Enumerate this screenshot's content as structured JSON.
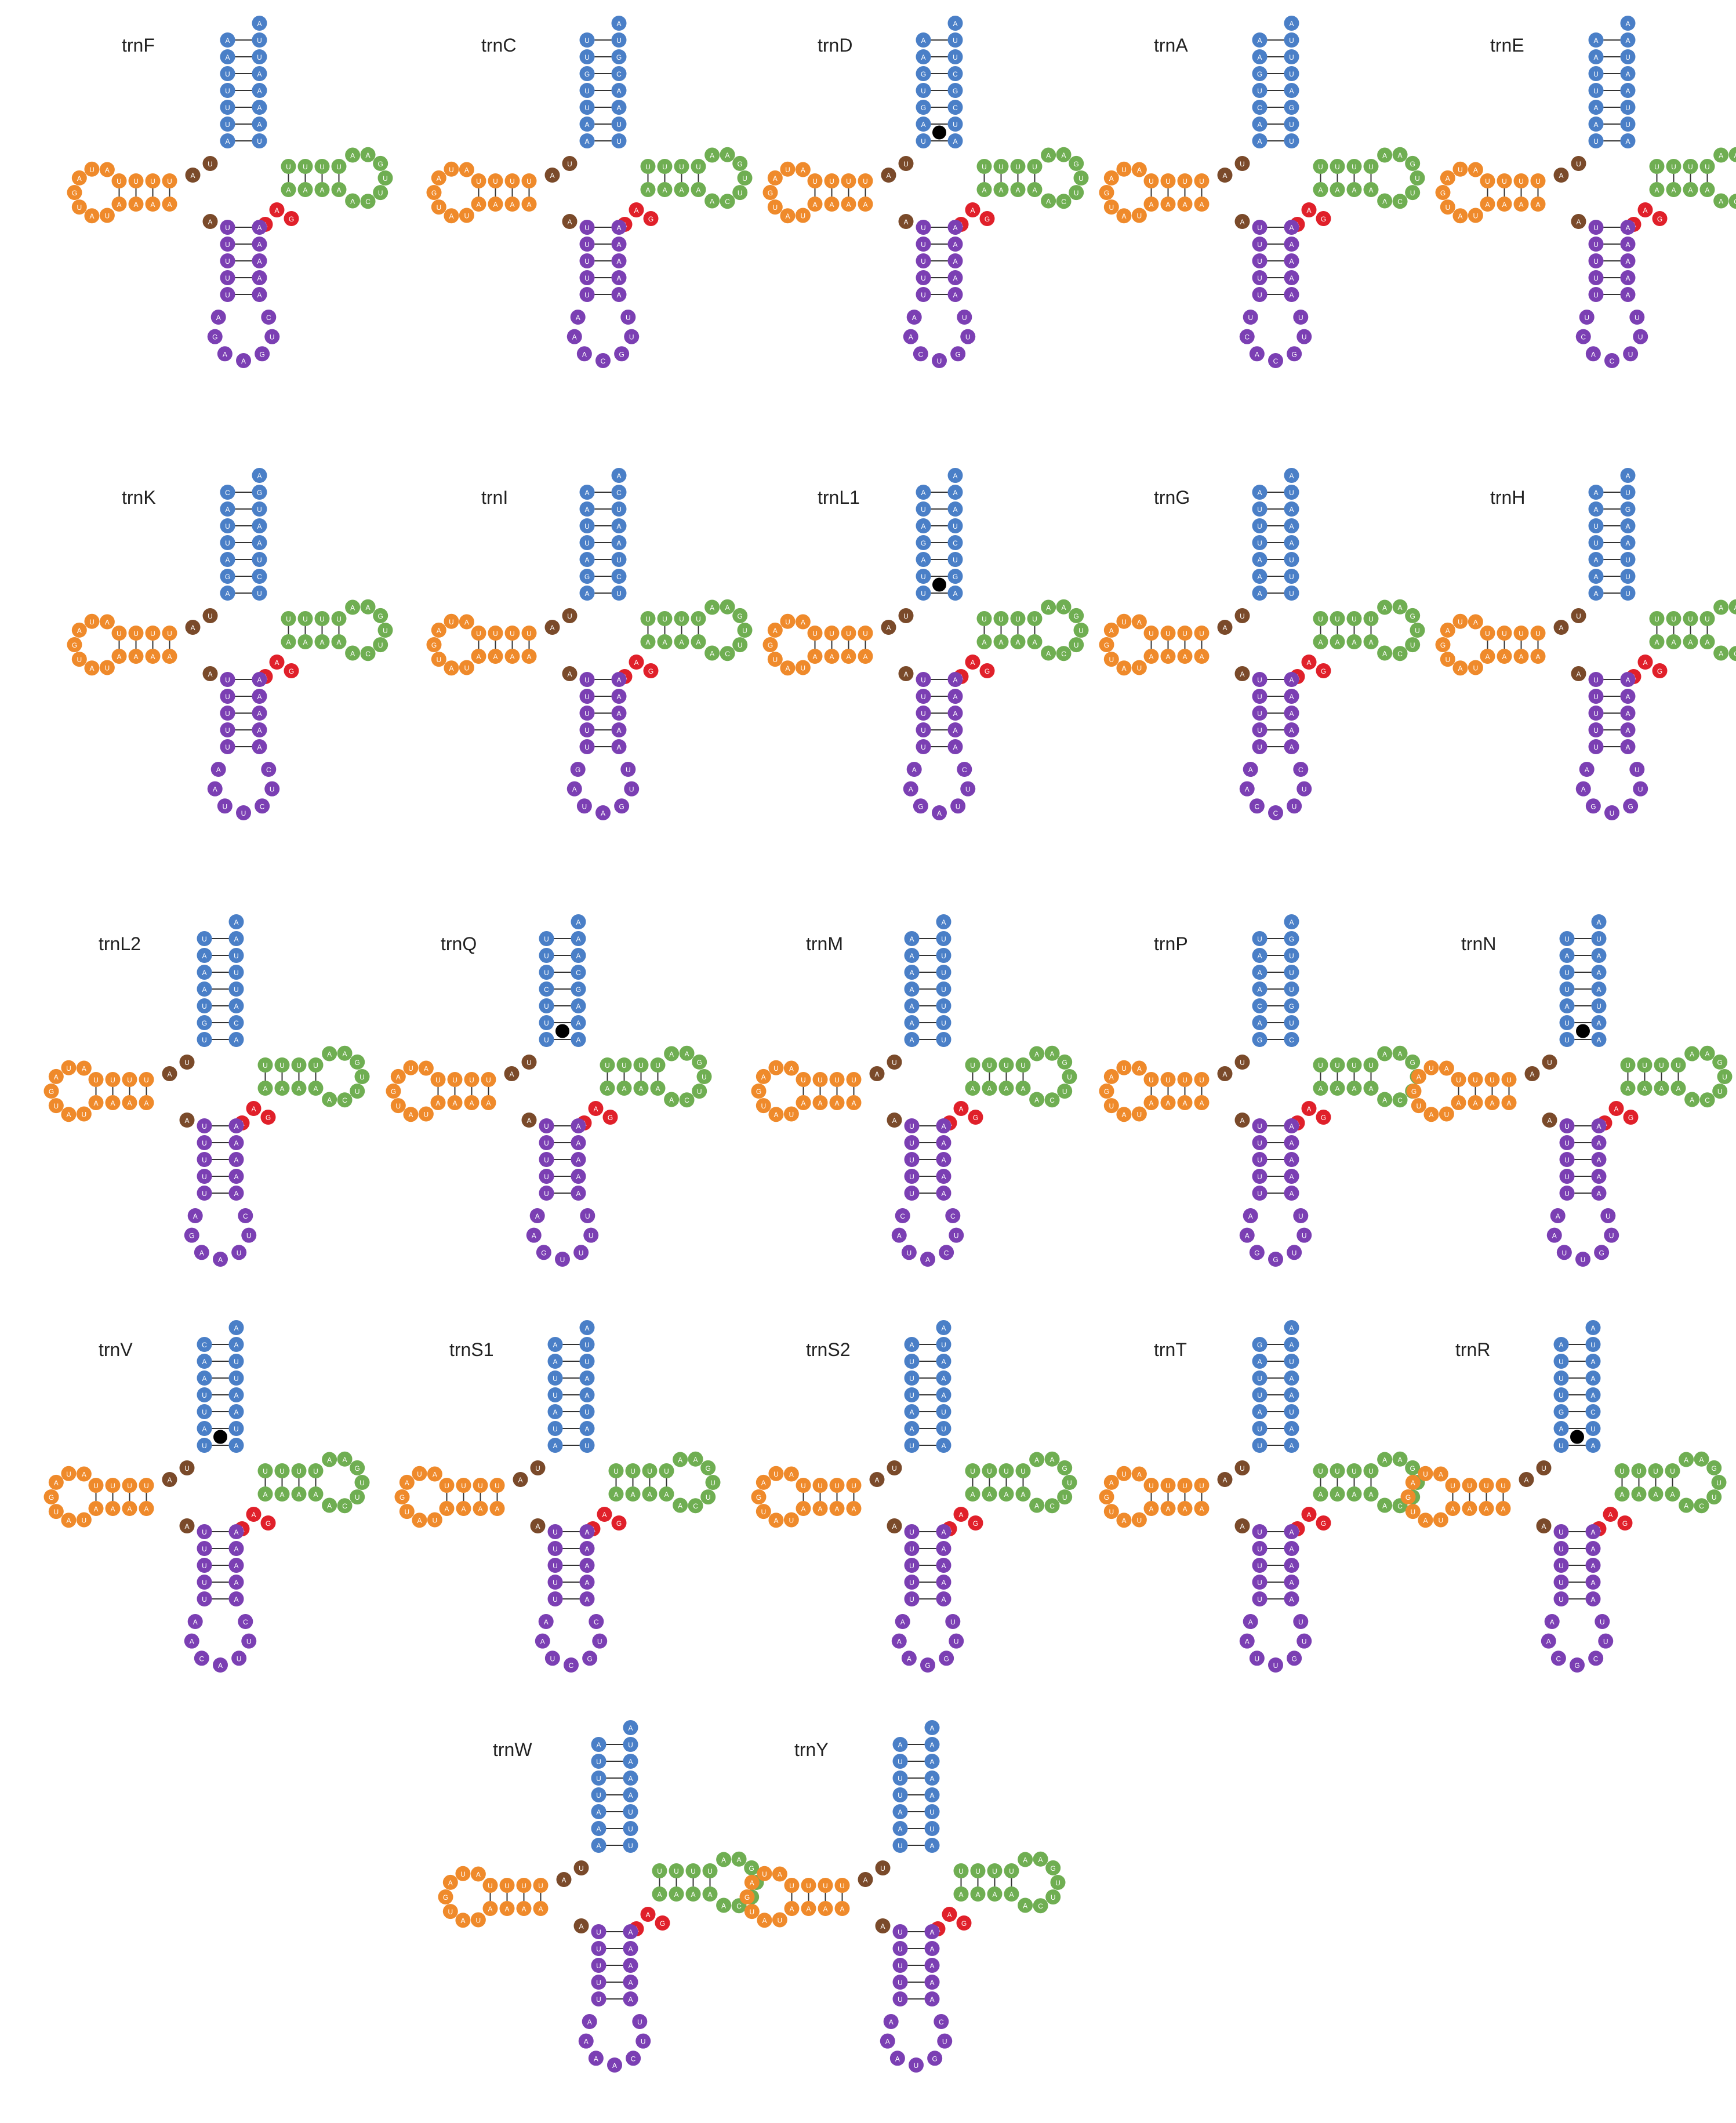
{
  "figure": {
    "structures": [
      {
        "name": "trnF",
        "acceptor": [
          "AU",
          "AU",
          "UA",
          "UA",
          "UA",
          "UA",
          "AU"
        ],
        "anticodon_loop": [
          "C",
          "U",
          "G",
          "A",
          "A",
          "G",
          "A"
        ],
        "mismatch": false
      },
      {
        "name": "trnC",
        "acceptor": [
          "UU",
          "UG",
          "GC",
          "UA",
          "UA",
          "AU",
          "AU"
        ],
        "anticodon_loop": [
          "U",
          "U",
          "G",
          "C",
          "A",
          "A",
          "A"
        ],
        "mismatch": false
      },
      {
        "name": "trnD",
        "acceptor": [
          "AU",
          "AU",
          "GC",
          "UG",
          "GC",
          "AU",
          "UA"
        ],
        "anticodon_loop": [
          "U",
          "U",
          "G",
          "U",
          "C",
          "A",
          "A"
        ],
        "mismatch": true
      },
      {
        "name": "trnA",
        "acceptor": [
          "AU",
          "AU",
          "GU",
          "UA",
          "CG",
          "AU",
          "AU"
        ],
        "anticodon_loop": [
          "U",
          "U",
          "G",
          "C",
          "A",
          "C",
          "U"
        ],
        "mismatch": false
      },
      {
        "name": "trnE",
        "acceptor": [
          "AA",
          "AU",
          "UA",
          "UA",
          "AU",
          "AU",
          "UA"
        ],
        "anticodon_loop": [
          "U",
          "U",
          "U",
          "C",
          "A",
          "C",
          "U"
        ],
        "mismatch": false
      },
      {
        "name": "trnK",
        "acceptor": [
          "CG",
          "AU",
          "UA",
          "UA",
          "AU",
          "GC",
          "AU"
        ],
        "anticodon_loop": [
          "C",
          "U",
          "C",
          "U",
          "U",
          "A",
          "A"
        ],
        "mismatch": false
      },
      {
        "name": "trnI",
        "acceptor": [
          "AC",
          "AU",
          "UA",
          "UA",
          "AU",
          "GC",
          "AU"
        ],
        "anticodon_loop": [
          "U",
          "U",
          "G",
          "A",
          "U",
          "A",
          "G"
        ],
        "mismatch": false
      },
      {
        "name": "trnL1",
        "acceptor": [
          "AA",
          "UA",
          "AU",
          "GC",
          "AU",
          "UG",
          "UA"
        ],
        "anticodon_loop": [
          "C",
          "U",
          "U",
          "A",
          "G",
          "A",
          "A"
        ],
        "mismatch": true
      },
      {
        "name": "trnG",
        "acceptor": [
          "AU",
          "UA",
          "UA",
          "UA",
          "AU",
          "AU",
          "AU"
        ],
        "anticodon_loop": [
          "C",
          "U",
          "U",
          "C",
          "C",
          "A",
          "A"
        ],
        "mismatch": false
      },
      {
        "name": "trnH",
        "acceptor": [
          "AU",
          "AG",
          "UA",
          "UA",
          "AU",
          "AU",
          "AU"
        ],
        "anticodon_loop": [
          "U",
          "U",
          "G",
          "U",
          "G",
          "A",
          "A"
        ],
        "mismatch": false
      },
      {
        "name": "trnL2",
        "acceptor": [
          "UA",
          "AU",
          "AU",
          "AU",
          "UA",
          "GC",
          "UA"
        ],
        "anticodon_loop": [
          "C",
          "U",
          "U",
          "A",
          "A",
          "G",
          "A"
        ],
        "mismatch": false
      },
      {
        "name": "trnQ",
        "acceptor": [
          "UA",
          "UA",
          "UC",
          "CG",
          "UA",
          "UA",
          "UA"
        ],
        "anticodon_loop": [
          "U",
          "U",
          "U",
          "U",
          "G",
          "A",
          "A"
        ],
        "mismatch": true
      },
      {
        "name": "trnM",
        "acceptor": [
          "AU",
          "AU",
          "AU",
          "AU",
          "AU",
          "AU",
          "AU"
        ],
        "anticodon_loop": [
          "C",
          "U",
          "C",
          "A",
          "U",
          "A",
          "C"
        ],
        "mismatch": false
      },
      {
        "name": "trnP",
        "acceptor": [
          "UG",
          "AU",
          "AU",
          "AU",
          "CG",
          "AU",
          "GC"
        ],
        "anticodon_loop": [
          "U",
          "U",
          "U",
          "G",
          "G",
          "A",
          "A"
        ],
        "mismatch": false
      },
      {
        "name": "trnN",
        "acceptor": [
          "UU",
          "AA",
          "UA",
          "UA",
          "AU",
          "UA",
          "UA"
        ],
        "anticodon_loop": [
          "U",
          "U",
          "G",
          "U",
          "U",
          "A",
          "A"
        ],
        "mismatch": true
      },
      {
        "name": "trnV",
        "acceptor": [
          "CA",
          "AU",
          "AU",
          "UA",
          "UA",
          "AU",
          "UA"
        ],
        "anticodon_loop": [
          "C",
          "U",
          "U",
          "A",
          "C",
          "A",
          "A"
        ],
        "mismatch": true
      },
      {
        "name": "trnS1",
        "acceptor": [
          "AU",
          "AU",
          "UA",
          "UA",
          "AU",
          "UA",
          "AU"
        ],
        "anticodon_loop": [
          "C",
          "U",
          "G",
          "C",
          "U",
          "A",
          "A"
        ],
        "mismatch": false
      },
      {
        "name": "trnS2",
        "acceptor": [
          "AU",
          "UA",
          "UA",
          "UA",
          "AU",
          "AU",
          "UA"
        ],
        "anticodon_loop": [
          "U",
          "U",
          "G",
          "G",
          "A",
          "A",
          "A"
        ],
        "mismatch": false
      },
      {
        "name": "trnT",
        "acceptor": [
          "GA",
          "AU",
          "UA",
          "UA",
          "AU",
          "UA",
          "UA"
        ],
        "anticodon_loop": [
          "U",
          "U",
          "G",
          "U",
          "U",
          "A",
          "A"
        ],
        "mismatch": false
      },
      {
        "name": "trnR",
        "acceptor": [
          "AU",
          "UA",
          "UA",
          "UA",
          "GC",
          "AU",
          "UA"
        ],
        "anticodon_loop": [
          "U",
          "U",
          "C",
          "G",
          "C",
          "A",
          "A"
        ],
        "mismatch": true
      },
      {
        "name": "trnW",
        "acceptor": [
          "AU",
          "UA",
          "UA",
          "UA",
          "AU",
          "AU",
          "AU"
        ],
        "anticodon_loop": [
          "U",
          "U",
          "C",
          "A",
          "A",
          "A",
          "A"
        ],
        "mismatch": false
      },
      {
        "name": "trnY",
        "acceptor": [
          "AA",
          "UA",
          "UA",
          "UA",
          "AU",
          "AU",
          "UA"
        ],
        "anticodon_loop": [
          "C",
          "U",
          "G",
          "U",
          "A",
          "A",
          "A"
        ],
        "mismatch": false
      }
    ],
    "colors": {
      "acceptor_stem": "#4a7fc7",
      "d_arm": "#ef8a2b",
      "t_arm": "#6fae52",
      "anticodon_arm": "#7b3fb3",
      "connector": "#7a4a2a",
      "variable_loop": "#e0202a",
      "mismatch_dot": "#000000"
    }
  }
}
